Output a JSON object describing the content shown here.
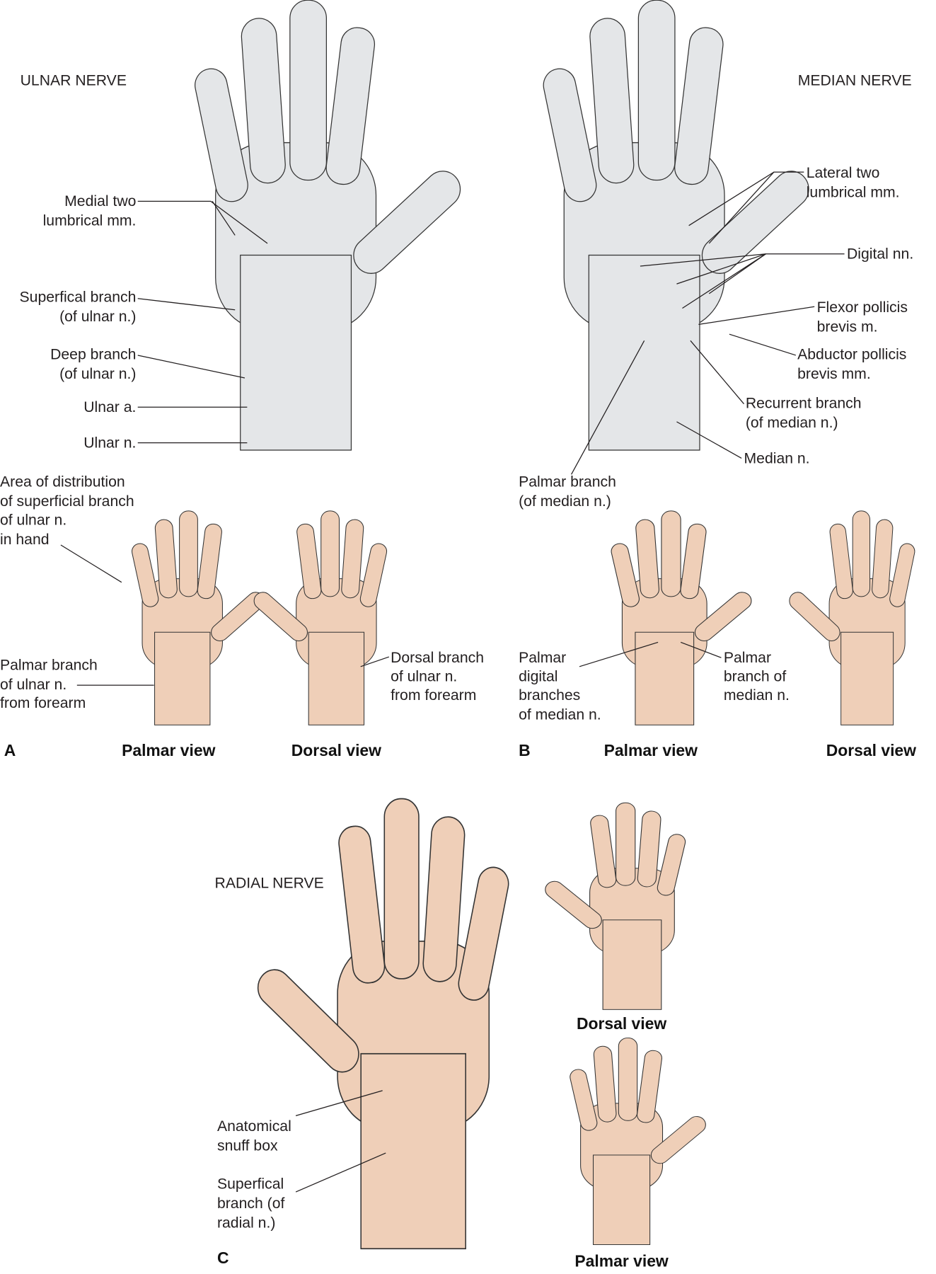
{
  "colors": {
    "skin": "#efcfb8",
    "green": "#6f9a5e",
    "purple": "#9a6b95",
    "nerve": "#e8d71c",
    "artery": "#d62a1e",
    "muscle": "#c98a6c",
    "tendon_blue": "#a9c4d3",
    "bone": "#e4e6e8"
  },
  "panel_a": {
    "title": "ULNAR NERVE",
    "letter": "A",
    "labels": {
      "medial_lumbricals": [
        "Medial two",
        "lumbrical mm."
      ],
      "superficial_branch": [
        "Superfical branch",
        "(of ulnar n.)"
      ],
      "deep_branch": [
        "Deep branch",
        "(of ulnar n.)"
      ],
      "ulnar_artery": "Ulnar a.",
      "ulnar_nerve": "Ulnar n.",
      "area_distribution": [
        "Area of distribution",
        "of superficial branch",
        "of ulnar n.",
        "in hand"
      ],
      "palmar_branch": [
        "Palmar branch",
        "of ulnar n.",
        "from forearm"
      ],
      "dorsal_branch": [
        "Dorsal branch",
        "of ulnar n.",
        "from forearm"
      ]
    },
    "views": {
      "palmar": "Palmar view",
      "dorsal": "Dorsal view"
    }
  },
  "panel_b": {
    "title": "MEDIAN NERVE",
    "letter": "B",
    "labels": {
      "lateral_lumbricals": [
        "Lateral two",
        "lumbrical mm."
      ],
      "digital_nn": "Digital nn.",
      "flexor_pollicis": [
        "Flexor pollicis",
        "brevis m."
      ],
      "abductor_pollicis": [
        "Abductor pollicis",
        "brevis mm."
      ],
      "recurrent_branch": [
        "Recurrent branch",
        "(of median n.)"
      ],
      "median_nerve": "Median n.",
      "palmar_branch": [
        "Palmar branch",
        "(of median n.)"
      ],
      "palmar_digital": [
        "Palmar",
        "digital",
        "branches",
        "of median n."
      ],
      "palmar_branch_of": [
        "Palmar",
        "branch of",
        "median n."
      ]
    },
    "views": {
      "palmar": "Palmar view",
      "dorsal": "Dorsal view"
    }
  },
  "panel_c": {
    "title": "RADIAL NERVE",
    "letter": "C",
    "labels": {
      "snuff_box": [
        "Anatomical",
        "snuff box"
      ],
      "superficial_branch": [
        "Superfical",
        "branch (of",
        "radial n.)"
      ]
    },
    "views": {
      "dorsal": "Dorsal view",
      "palmar": "Palmar view"
    }
  }
}
